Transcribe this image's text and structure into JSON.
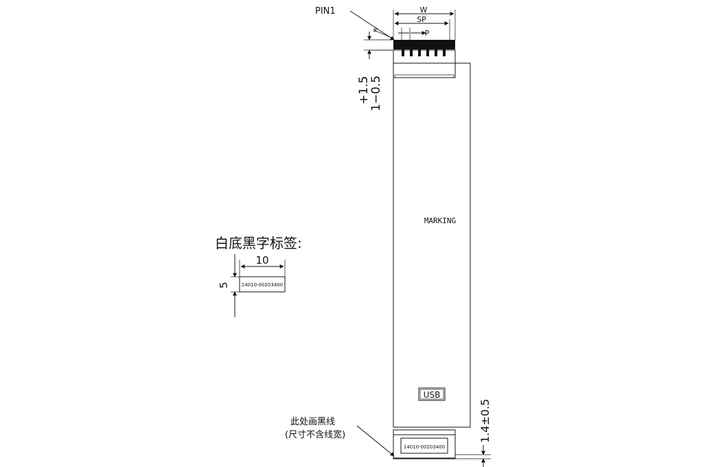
{
  "labels": {
    "pin1": "PIN1",
    "dim_w": "W",
    "dim_sp": "SP",
    "dim_p": "P",
    "dim_small": "w",
    "tolerance_top": "1+1.5\n−0.5",
    "tolerance_top_a": "+1.5",
    "tolerance_top_b": "1−0.5",
    "marking": "MARKING",
    "usb": "USB",
    "tolerance_bottom": "1.4±0.5",
    "label_title": "白底黑字标签:",
    "label_width": "10",
    "label_height": "5",
    "label_code": "14010-00203400",
    "bottom_label_code": "14010-00203400",
    "note_line1": "此处画黑线",
    "note_line2": "(尺寸不含线宽)"
  },
  "colors": {
    "line": "#111111",
    "background": "#ffffff"
  }
}
